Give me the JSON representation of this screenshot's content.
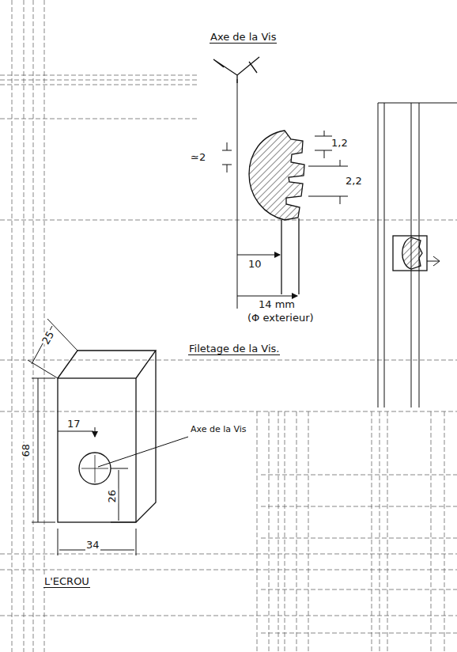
{
  "diagram": {
    "labels": [
      "Axe de la Vis",
      "≃2",
      "1,2",
      "2,2",
      "10",
      "14 mm",
      "(Φ exterieur)",
      "Filetage de la Vis.",
      "25",
      "68",
      "17",
      "Axe de la Vis",
      "26",
      "34",
      "L'ECROU"
    ]
  }
}
